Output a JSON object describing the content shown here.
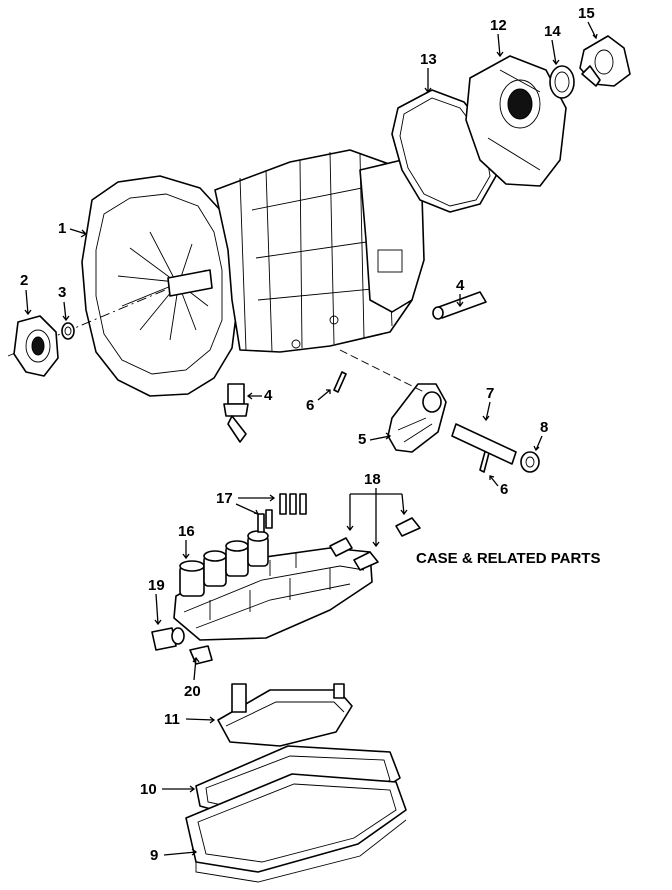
{
  "diagram": {
    "caption": "CASE & RELATED PARTS",
    "callouts": [
      {
        "id": "c1",
        "label": "1"
      },
      {
        "id": "c2",
        "label": "2"
      },
      {
        "id": "c3",
        "label": "3"
      },
      {
        "id": "c4a",
        "label": "4"
      },
      {
        "id": "c4b",
        "label": "4"
      },
      {
        "id": "c5",
        "label": "5"
      },
      {
        "id": "c6a",
        "label": "6"
      },
      {
        "id": "c6b",
        "label": "6"
      },
      {
        "id": "c7",
        "label": "7"
      },
      {
        "id": "c8",
        "label": "8"
      },
      {
        "id": "c9",
        "label": "9"
      },
      {
        "id": "c10",
        "label": "10"
      },
      {
        "id": "c11",
        "label": "11"
      },
      {
        "id": "c12",
        "label": "12"
      },
      {
        "id": "c13",
        "label": "13"
      },
      {
        "id": "c14",
        "label": "14"
      },
      {
        "id": "c15",
        "label": "15"
      },
      {
        "id": "c16",
        "label": "16"
      },
      {
        "id": "c17",
        "label": "17"
      },
      {
        "id": "c18",
        "label": "18"
      },
      {
        "id": "c19",
        "label": "19"
      },
      {
        "id": "c20",
        "label": "20"
      }
    ]
  }
}
